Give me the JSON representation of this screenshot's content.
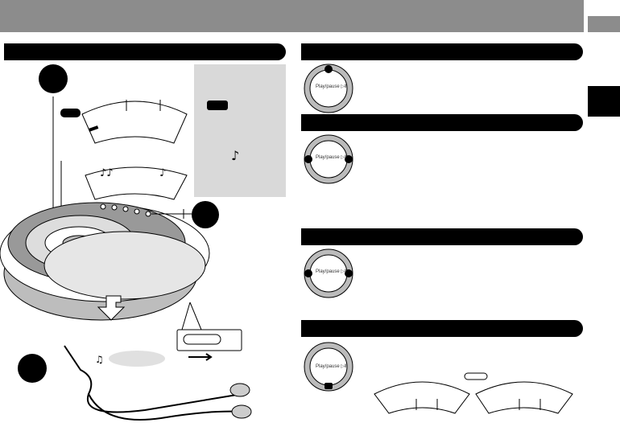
{
  "graybox": {
    "note_glyph": "♪"
  },
  "arc_top": {
    "notes_left": "♪♪",
    "note_right": "♪"
  },
  "controls": {
    "play_pause_label": "Play/pause ▷‖",
    "button_labels": [
      "Play/pause ▷‖",
      "Play/pause ▷‖",
      "Play/pause ▷‖",
      "Play/pause ▷‖"
    ]
  },
  "headphone_glyph": "♫"
}
